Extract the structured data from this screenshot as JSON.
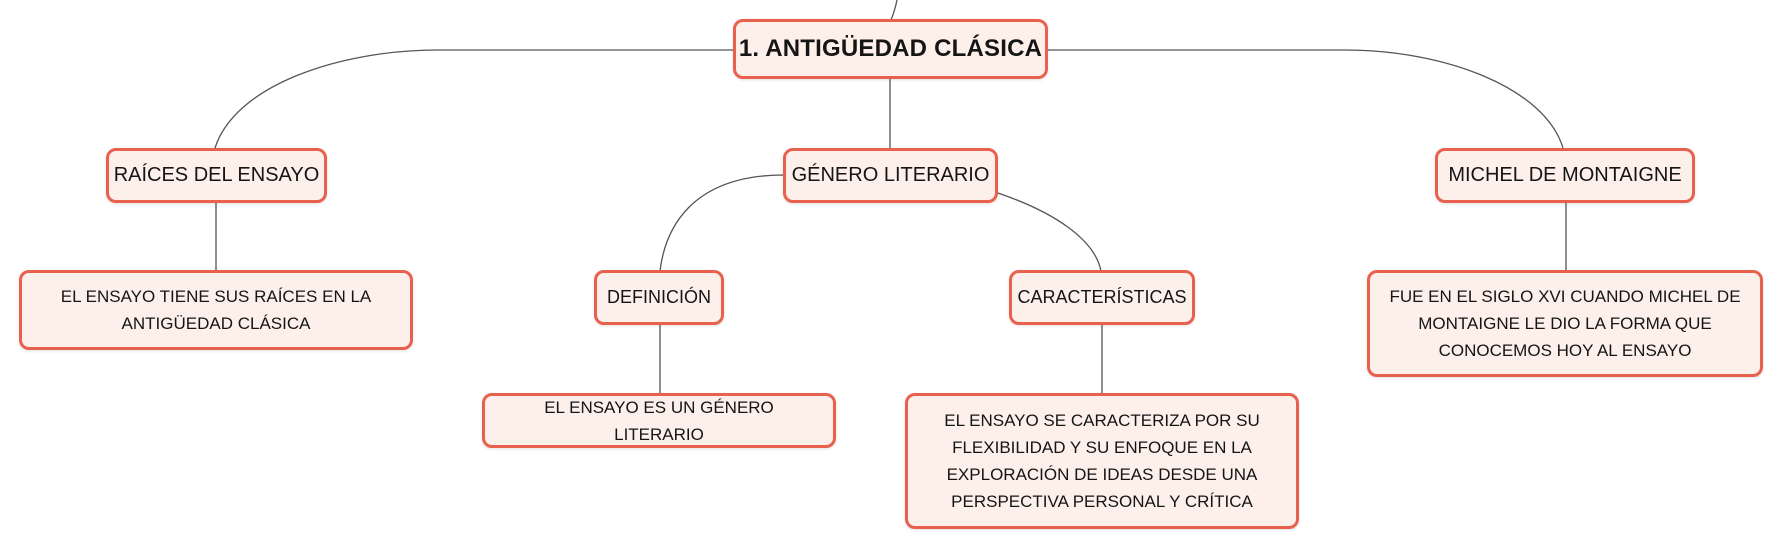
{
  "colors": {
    "node_border": "#e8614f",
    "node_fill": "#fdf0ea",
    "edge": "#555555"
  },
  "root": {
    "label": "1. ANTIGÜEDAD CLÁSICA"
  },
  "branches": [
    {
      "label": "RAÍCES DEL ENSAYO",
      "leaf": "EL ENSAYO TIENE SUS RAÍCES EN LA ANTIGÜEDAD CLÁSICA"
    },
    {
      "label": "GÉNERO LITERARIO",
      "children": [
        {
          "label": "DEFINICIÓN",
          "leaf": "EL ENSAYO ES UN GÉNERO LITERARIO"
        },
        {
          "label": "CARACTERÍSTICAS",
          "leaf": "EL ENSAYO SE CARACTERIZA POR SU FLEXIBILIDAD Y SU ENFOQUE EN LA EXPLORACIÓN DE IDEAS DESDE UNA PERSPECTIVA PERSONAL Y CRÍTICA"
        }
      ]
    },
    {
      "label": "MICHEL DE MONTAIGNE",
      "leaf": "FUE EN EL SIGLO XVI CUANDO MICHEL DE MONTAIGNE LE DIO LA FORMA QUE CONOCEMOS HOY AL ENSAYO"
    }
  ]
}
